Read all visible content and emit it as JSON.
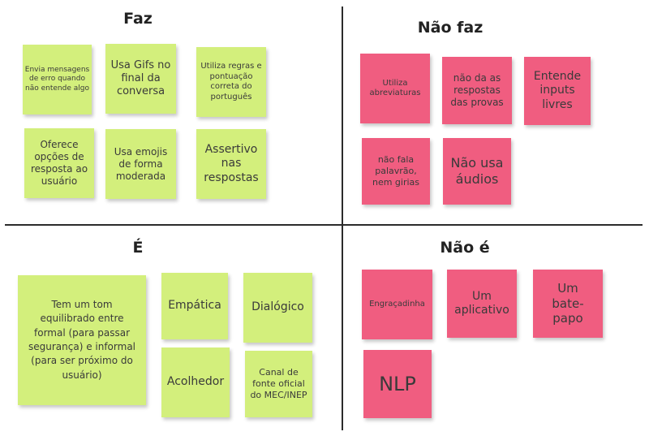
{
  "colors": {
    "green_note": "#d3ef7c",
    "pink_note": "#f05d80",
    "divider": "#2b2b2b"
  },
  "quadrants": {
    "faz": {
      "title": "Faz",
      "notes": [
        "Envia mensagens de erro quando não entende algo",
        "Usa Gifs no final da conversa",
        "Utiliza regras e pontuação correta do português",
        "Oferece opções de resposta ao usuário",
        "Usa emojis de forma moderada",
        "Assertivo nas respostas"
      ]
    },
    "nao_faz": {
      "title": "Não faz",
      "notes": [
        "Utiliza abreviaturas",
        "não da as respostas das provas",
        "Entende inputs livres",
        "não fala palavrão, nem girias",
        "Não usa áudios"
      ]
    },
    "e": {
      "title": "É",
      "notes": [
        "Tem um tom equilibrado entre formal (para passar segurança) e informal (para ser próximo do usuário)",
        "Empática",
        "Dialógico",
        "Acolhedor",
        "Canal de fonte oficial do MEC/INEP"
      ]
    },
    "nao_e": {
      "title": "Não é",
      "notes": [
        "Engraçadinha",
        "Um aplicativo",
        "Um bate-papo",
        "NLP"
      ]
    }
  }
}
